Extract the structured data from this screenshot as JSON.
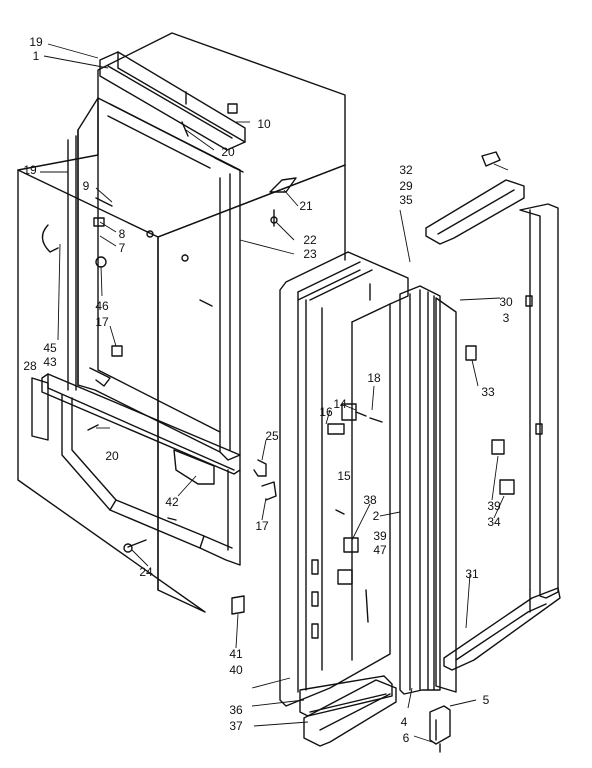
{
  "diagram": {
    "callouts": [
      "19",
      "1",
      "10",
      "20",
      "19",
      "9",
      "8",
      "7",
      "21",
      "22",
      "23",
      "46",
      "17",
      "45",
      "43",
      "28",
      "20",
      "25",
      "42",
      "17",
      "24",
      "32",
      "29",
      "35",
      "30",
      "3",
      "18",
      "14",
      "16",
      "15",
      "33",
      "38",
      "2",
      "39",
      "47",
      "39",
      "34",
      "31",
      "41",
      "40",
      "36",
      "37",
      "4",
      "5",
      "6"
    ]
  },
  "colors": {
    "ink": "#111111",
    "paper": "#ffffff"
  }
}
